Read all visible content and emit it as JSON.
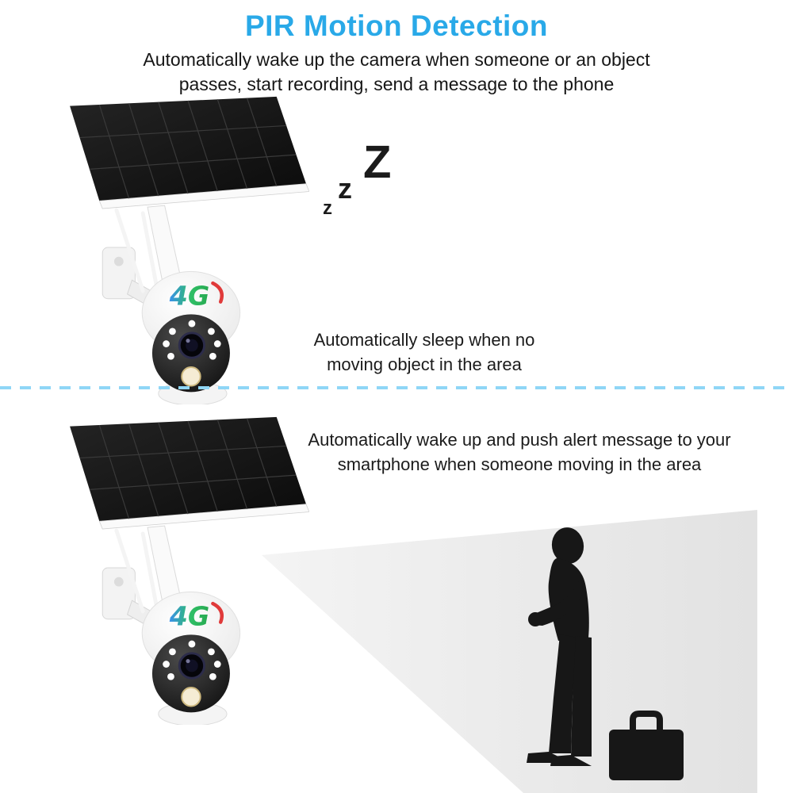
{
  "header": {
    "title": "PIR Motion Detection",
    "subtitle_line1": "Automatically wake up the camera when someone or an object",
    "subtitle_line2": "passes, start recording, send a message to the phone"
  },
  "sleep_section": {
    "caption_line1": "Automatically sleep when no",
    "caption_line2": "moving object in the area",
    "z_small": "z",
    "z_medium": "z",
    "z_large": "Z"
  },
  "wake_section": {
    "caption_line1": "Automatically wake up and push alert message to your",
    "caption_line2": "smartphone when someone moving in the area"
  },
  "camera": {
    "logo_text": "4G"
  },
  "colors": {
    "title_blue": "#29a9e8",
    "divider_blue": "#8fd6f6",
    "panel_dark": "#151515",
    "silhouette_black": "#171717"
  }
}
